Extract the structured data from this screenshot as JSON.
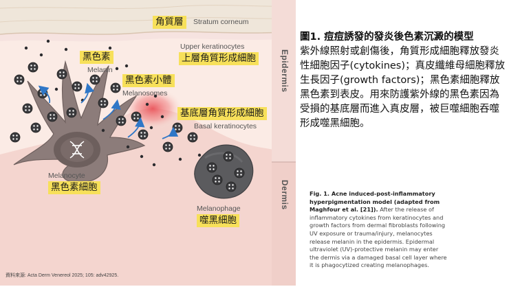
{
  "figure": {
    "labels": {
      "stratum_zh": "角質層",
      "stratum_en": "Stratum corneum",
      "upper_en": "Upper keratinocytes",
      "upper_zh": "上層角質形成細胞",
      "melanin_zh": "黑色素",
      "melanin_en": "Melanin",
      "melanosome_zh": "黑色素小體",
      "melanosome_en": "Melanosomes",
      "basal_zh": "基底層角質形成細胞",
      "basal_en": "Basal keratinocytes",
      "melanocyte_en": "Melanocyte",
      "melanocyte_zh": "黑色素細胞",
      "melanophage_en": "Melanophage",
      "melanophage_zh": "噬黑細胞",
      "epidermis": "Epidermis",
      "dermis": "Dermis"
    },
    "source": "資料來源: Acta Derm Venereol 2025; 105: adv42925.",
    "colors": {
      "label_highlight": "#f7e05a",
      "epidermis": "#fbe9e2",
      "dermis": "#f6d9d3",
      "stratum": "#efe6da",
      "melanocyte": "#8a7a78",
      "melanophage": "#5b5b5e"
    }
  },
  "caption": {
    "title": "圖1. 痘痘誘發的發炎後色素沉澱的模型",
    "body": "紫外線照射或創傷後，角質形成細胞釋放發炎性細胞因子(cytokines)；真皮纖維母細胞釋放生長因子(growth factors)；黑色素細胞釋放黑色素到表皮。用來防護紫外線的黑色素因為受損的基底層而進入真皮層，被巨噬細胞吞噬形成噬黑細胞。"
  },
  "fig_caption_en": {
    "lead": "Fig. 1. Acne induced-post-inflammatory hyperpigmentation model (adapted from Maghfour et al. [21]).",
    "text": "After the release of inflammatory cytokines from keratinocytes and growth factors from dermal fibroblasts following UV exposure or trauma/injury, melanocytes release melanin in the epidermis. Epidermal ultraviolet (UV)-protective melanin may enter the dermis via a damaged basal cell layer where it is phagocytized creating melanophages."
  }
}
